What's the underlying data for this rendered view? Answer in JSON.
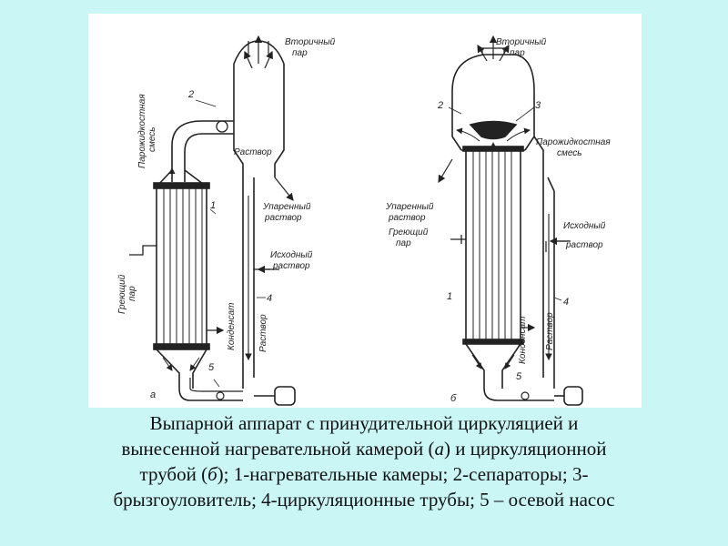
{
  "diagram_a": {
    "vapor_label_1": "Вторичный",
    "vapor_label_2": "пар",
    "mixture_label_1": "Парожидкостная",
    "mixture_label_2": "смесь",
    "solution_label": "Раствор",
    "evap_solution_label_1": "Упаренный",
    "evap_solution_label_2": "раствор",
    "feed_label_1": "Исходный",
    "feed_label_2": "раствор",
    "steam_label_1": "Греющий",
    "steam_label_2": "пар",
    "condensate_label": "Конденсат",
    "pipe_solution_label": "Раствор",
    "num_1": "1",
    "num_2": "2",
    "num_4": "4",
    "num_5": "5",
    "letter": "а"
  },
  "diagram_b": {
    "vapor_label_1": "Вторичный",
    "vapor_label_2": "пар",
    "mixture_label_1": "Парожидкостная",
    "mixture_label_2": "смесь",
    "evap_solution_label_1": "Упаренный",
    "evap_solution_label_2": "раствор",
    "steam_label_1": "Греющий",
    "steam_label_2": "пар",
    "feed_label_1": "Исходный",
    "feed_label_2": "раствор",
    "condensate_label": "Конденсат",
    "pipe_solution_label": "Раствор",
    "num_1": "1",
    "num_2": "2",
    "num_3": "3",
    "num_4": "4",
    "num_5": "5",
    "letter": "б"
  },
  "caption": {
    "line1": "Выпарной аппарат с принудительной циркуляцией и",
    "line2": "вынесенной нагревательной камерой (",
    "line2_a": "а",
    "line2_rest": ") и циркуляционной",
    "line3": "трубой (",
    "line3_b": "б",
    "line3_rest": "); 1-нагревательные камеры; 2-сепараторы; 3-",
    "line4": "брызгоуловитель; 4-циркуляционные трубы; 5 – осевой насос"
  }
}
